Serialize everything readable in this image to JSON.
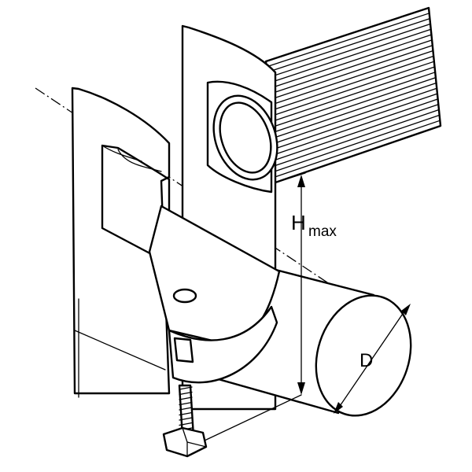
{
  "labels": {
    "height_symbol": "H",
    "height_subscript": "max",
    "diameter_symbol": "D"
  }
}
